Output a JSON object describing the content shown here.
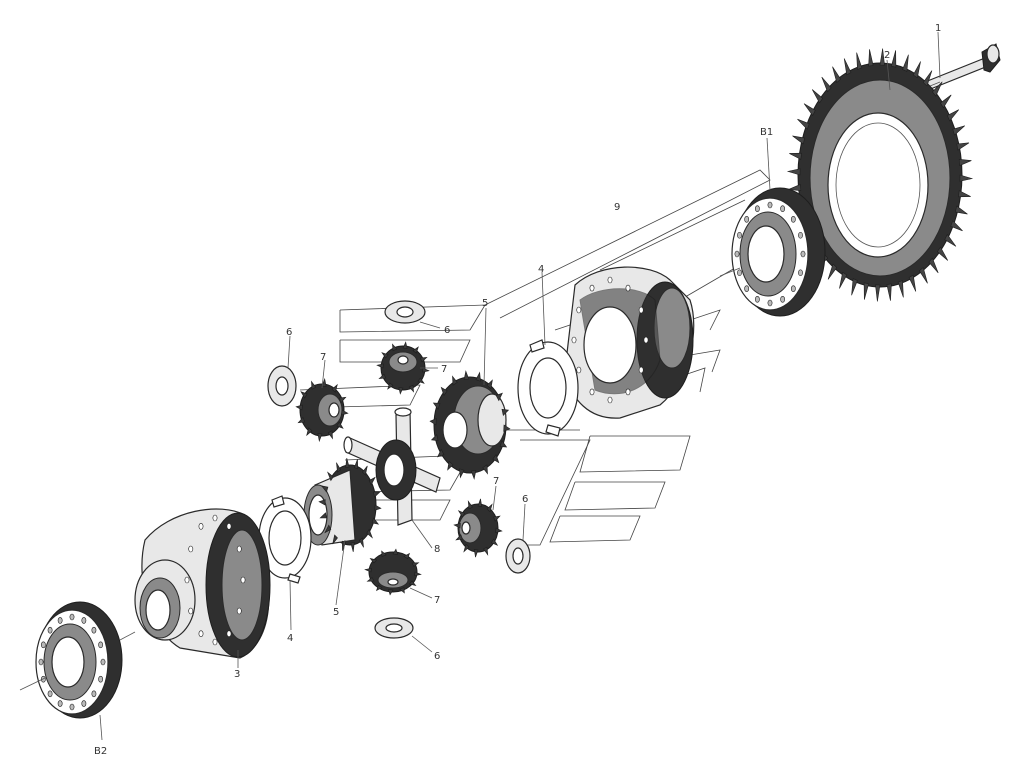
{
  "diagram": {
    "callouts": [
      {
        "id": "1",
        "text": "1"
      },
      {
        "id": "2",
        "text": "2"
      },
      {
        "id": "B1",
        "text": "B1"
      },
      {
        "id": "9",
        "text": "9"
      },
      {
        "id": "4-top",
        "text": "4"
      },
      {
        "id": "5-top",
        "text": "5"
      },
      {
        "id": "6-top",
        "text": "6"
      },
      {
        "id": "6-left",
        "text": "6"
      },
      {
        "id": "7-left",
        "text": "7"
      },
      {
        "id": "7-top",
        "text": "7"
      },
      {
        "id": "7-right",
        "text": "7"
      },
      {
        "id": "6-right",
        "text": "6"
      },
      {
        "id": "8",
        "text": "8"
      },
      {
        "id": "5-bottom",
        "text": "5"
      },
      {
        "id": "4-bottom",
        "text": "4"
      },
      {
        "id": "7-bottom",
        "text": "7"
      },
      {
        "id": "6-bottom",
        "text": "6"
      },
      {
        "id": "3",
        "text": "3"
      },
      {
        "id": "B2",
        "text": "B2"
      }
    ]
  }
}
